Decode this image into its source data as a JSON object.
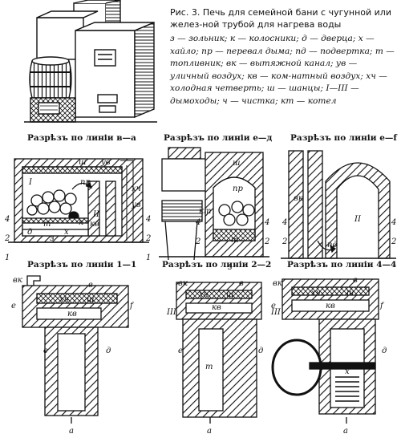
{
  "caption": {
    "title": "Рис. 3. Печь для семейной бани с чугунной или желез-ной трубой для нагрева воды",
    "legend": "з — зольник; к — колосники; д — дверца; х — хайло; пр — перевал дыма; пд — подвертка; т — топливник; вк — вытяжной канал; ув — уличный воздух; кв — ком-натный воздух; хч — холодная четверть; ш — шанцы; I—III — дымоходы; ч — чистка; кт — котел"
  },
  "sections": {
    "s1": "Разрѣзъ по линіи в—а",
    "s2": "Разрѣзъ по линіи е—д",
    "s3": "Разрѣзъ по линіи е—f",
    "s4": "Разрѣзъ по линіи 1—1",
    "s5": "Разрѣзъ по линіи 2—2",
    "s6": "Разрѣзъ по линіи 4—4"
  },
  "labels": {
    "sh": "ш",
    "uv": "ув",
    "hch": "хч",
    "pr": "пр",
    "pd": "пд",
    "t": "т",
    "z": "з",
    "d": "д",
    "x": "х",
    "k": "к",
    "kv": "кв",
    "vk": "вк",
    "ch": "ч",
    "kt": "кт",
    "I": "I",
    "II": "II",
    "III": "III",
    "n1": "1",
    "n2": "2",
    "n4": "4",
    "a": "а",
    "v": "в",
    "e": "е",
    "f": "f"
  }
}
